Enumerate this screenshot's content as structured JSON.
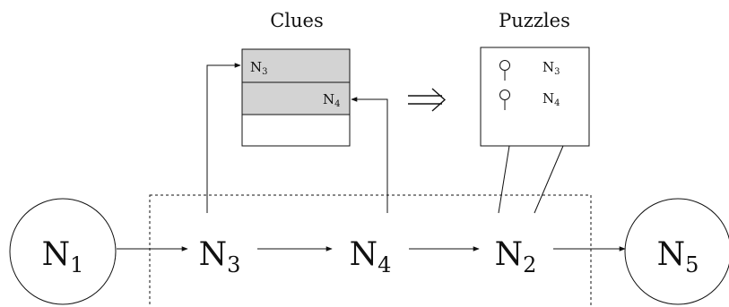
{
  "headings": {
    "clues": "Clues",
    "puzzles": "Puzzles"
  },
  "nodes": {
    "n1": {
      "base": "N",
      "sub": "1"
    },
    "n3": {
      "base": "N",
      "sub": "3"
    },
    "n4": {
      "base": "N",
      "sub": "4"
    },
    "n2": {
      "base": "N",
      "sub": "2"
    },
    "n5": {
      "base": "N",
      "sub": "5"
    }
  },
  "clues_table": {
    "rows": [
      {
        "base": "N",
        "sub": "3"
      },
      {
        "base": "N",
        "sub": "4"
      }
    ]
  },
  "puzzles_box": {
    "entries": [
      {
        "base": "N",
        "sub": "3",
        "icon": "key-icon"
      },
      {
        "base": "N",
        "sub": "4",
        "icon": "key-icon"
      }
    ]
  },
  "colors": {
    "clue_row_fill": "#d3d3d3",
    "stroke": "#111111"
  }
}
